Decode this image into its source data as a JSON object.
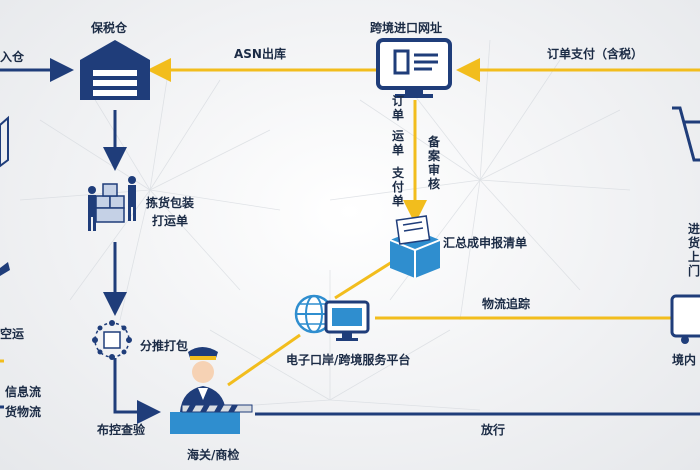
{
  "nodes": {
    "bonded_warehouse": "保税仓",
    "website": "跨境进口网址",
    "pick_pack": [
      "拣货包装",
      "打运单"
    ],
    "summary_declaration": "汇总成申报清单",
    "sort_pack": "分推打包",
    "platform": "电子口岸/跨境服务平台",
    "customs": "海关/商检",
    "control_check": "布控查验",
    "domestic": "境内",
    "right_vertical": "进货上门",
    "left_inbound": "入仓",
    "left_air": "空运"
  },
  "edges": {
    "asn_out": "ASN出库",
    "order_pay": "订单支付（含税）",
    "order_docs": [
      "订单",
      "运单",
      "支付单"
    ],
    "filing": "备案审核",
    "logistics_tracking": "物流追踪",
    "release": "放行"
  },
  "legend": {
    "info_flow": "信息流",
    "goods_flow": "货物流"
  },
  "colors": {
    "navy": "#1f3d7a",
    "gold": "#f2bd1d",
    "text": "#1b2b45"
  }
}
